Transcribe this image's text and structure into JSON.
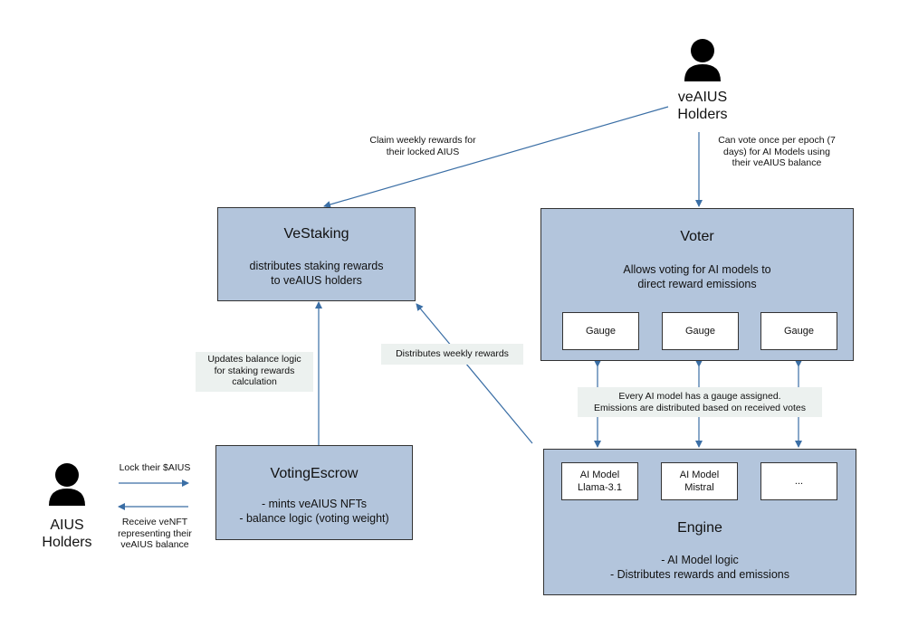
{
  "actors": {
    "veaius": "veAIUS\nHolders",
    "aius": "AIUS\nHolders"
  },
  "boxes": {
    "vestaking": {
      "title": "VeStaking",
      "text": "distributes staking rewards\nto veAIUS holders"
    },
    "voter": {
      "title": "Voter",
      "text": "Allows voting for AI models to\ndirect reward emissions",
      "gauges": [
        "Gauge",
        "Gauge",
        "Gauge"
      ]
    },
    "votingescrow": {
      "title": "VotingEscrow",
      "text": "- mints veAIUS NFTs\n- balance logic (voting weight)"
    },
    "engine": {
      "title": "Engine",
      "text": "- AI Model logic\n- Distributes rewards and emissions",
      "models": [
        "AI Model\nLlama-3.1",
        "AI Model\nMistral",
        "..."
      ]
    }
  },
  "notes": {
    "claim": "Claim weekly rewards for\ntheir locked AIUS",
    "vote": "Can vote once per epoch (7\ndays)  for AI Models using\ntheir veAIUS balance",
    "updates": "Updates balance logic\nfor staking rewards\ncalculation",
    "distributes": "Distributes weekly rewards",
    "gauge": "Every AI model has a gauge assigned.\nEmissions are distributed based on received votes",
    "lock": "Lock their $AIUS",
    "receive": "Receive veNFT\nrepresenting their\nveAIUS balance"
  },
  "colors": {
    "box_fill": "#b3c5dc",
    "arrow": "#3a6ea5",
    "note_bg": "#ecf1ef"
  }
}
